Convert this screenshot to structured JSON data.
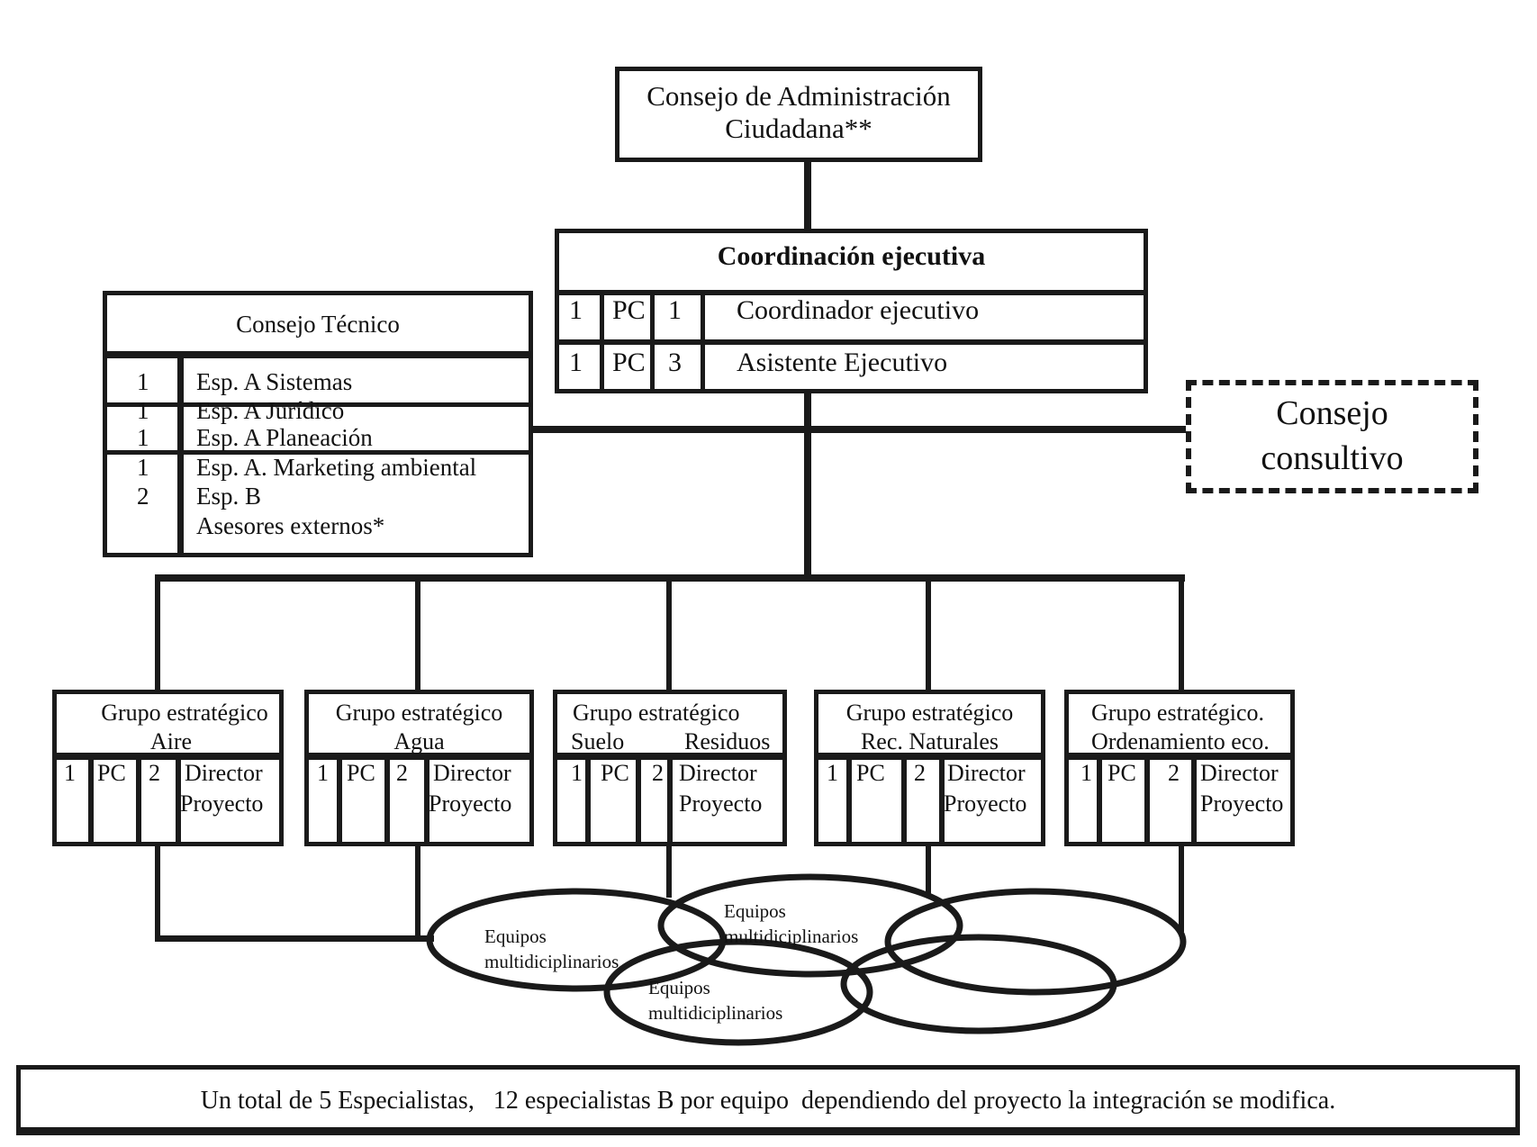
{
  "admin_council": {
    "line1": "Consejo de Administración",
    "line2": "Ciudadana**"
  },
  "coordination": {
    "title": "Coordinación ejecutiva",
    "rows": [
      {
        "qty": "1",
        "type": "PC",
        "level": "1",
        "role": "Coordinador ejecutivo"
      },
      {
        "qty": "1",
        "type": "PC",
        "level": "3",
        "role": "Asistente Ejecutivo"
      }
    ]
  },
  "technical_council": {
    "title": "Consejo Técnico",
    "rows": [
      {
        "qty": "1",
        "role": "Esp. A Sistemas"
      },
      {
        "qty": "1",
        "role": "Esp. A Jurídico"
      },
      {
        "qty": "1",
        "role": "Esp. A Planeación"
      },
      {
        "qty": "1",
        "role": "Esp. A. Marketing ambiental"
      },
      {
        "qty": "2",
        "role": "Esp. B"
      },
      {
        "qty": "",
        "role": "Asesores externos*"
      }
    ]
  },
  "consultative_council": {
    "line1": "Consejo",
    "line2": "consultivo"
  },
  "groups": [
    {
      "line1": "Grupo estratégico",
      "line2": "Aire",
      "qty": "1",
      "type": "PC",
      "level": "2",
      "role1": "Director",
      "role2": "Proyecto"
    },
    {
      "line1": "Grupo estratégico",
      "line2": "Agua",
      "qty": "1",
      "type": "PC",
      "level": "2",
      "role1": "Director",
      "role2": "Proyecto"
    },
    {
      "line1": "Grupo estratégico",
      "line2a": "Suelo",
      "line2b": "Residuos",
      "qty": "1",
      "type": "PC",
      "level": "2",
      "role1": "Director",
      "role2": "Proyecto"
    },
    {
      "line1": "Grupo estratégico",
      "line2": "Rec. Naturales",
      "qty": "1",
      "type": "PC",
      "level": "2",
      "role1": "Director",
      "role2": "Proyecto"
    },
    {
      "line1": "Grupo estratégico.",
      "line2": "Ordenamiento  eco.",
      "qty": "1",
      "type": "PC",
      "level": "2",
      "role1": "Director",
      "role2": "Proyecto"
    }
  ],
  "teams": [
    {
      "line1": "Equipos",
      "line2": "multidiciplinarios"
    },
    {
      "line1": "Equipos",
      "line2": "multidiciplinarios"
    },
    {
      "line1": "Equipos",
      "line2": "multidiciplinarios"
    }
  ],
  "footer_note": "Un total de 5 Especialistas,   12 especialistas B por equipo  dependiendo del proyecto la integración se modifica."
}
